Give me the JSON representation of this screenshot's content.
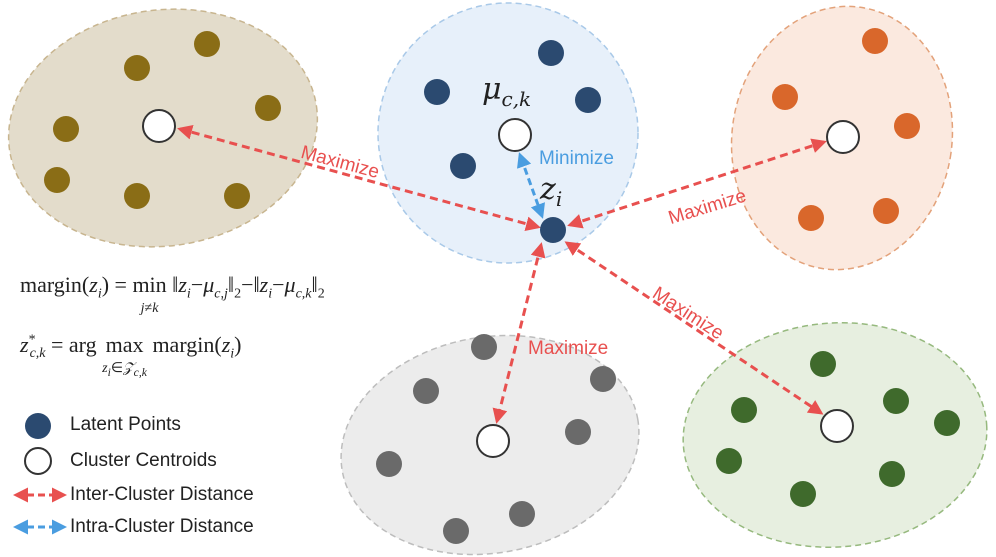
{
  "labels": {
    "maximize": "Maximize",
    "minimize": "Minimize",
    "mu": "μ",
    "mu_sub": "c,k",
    "z": "z",
    "z_sub": "i"
  },
  "formulas": {
    "line1": "margin(z_i) = min_{j≠k} ‖z_i − μ_{c,j}‖_2 − ‖z_i − μ_{c,k}‖_2",
    "line2": "z*_{c,k} = arg max_{z_i ∈ 𝒵_{c,k}} margin(z_i)"
  },
  "legend": {
    "latent": "Latent Points",
    "centroids": "Cluster Centroids",
    "inter": "Inter-Cluster Distance",
    "intra": "Intra-Cluster Distance"
  },
  "colors": {
    "brown_cluster_fill": "#e3dccb",
    "brown_points": "#8a6d16",
    "blue_cluster_fill": "#e7f0fa",
    "blue_points": "#2b4a70",
    "orange_cluster_fill": "#fbe9df",
    "orange_points": "#d9672b",
    "gray_cluster_fill": "#ececec",
    "gray_points": "#6a6a6a",
    "green_cluster_fill": "#e7efe0",
    "green_points": "#3f6a2c",
    "inter_arrow": "#e8504f",
    "intra_arrow": "#4a9de0"
  }
}
